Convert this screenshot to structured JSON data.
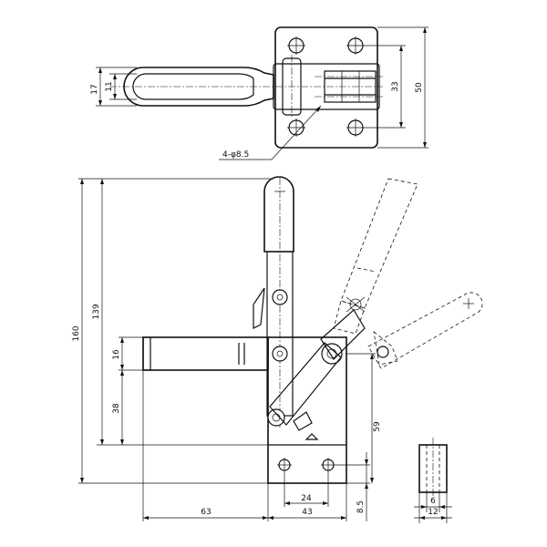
{
  "top_view": {
    "dims": {
      "handle_outer": "17",
      "handle_inner": "11",
      "hole_spacing": "33",
      "base_width": "50",
      "holes": "4-φ8.5"
    }
  },
  "front_view": {
    "dims": {
      "overall_height": "160",
      "handle_height": "139",
      "spindle_thickness": "16",
      "spindle_height": "38",
      "pivot_height": "59",
      "hole_spacing_x": "24",
      "base_hole_offset": "8.5",
      "reach": "63",
      "base_length": "43"
    }
  },
  "side_detail": {
    "dims": {
      "slot_width": "6",
      "width": "12"
    }
  }
}
